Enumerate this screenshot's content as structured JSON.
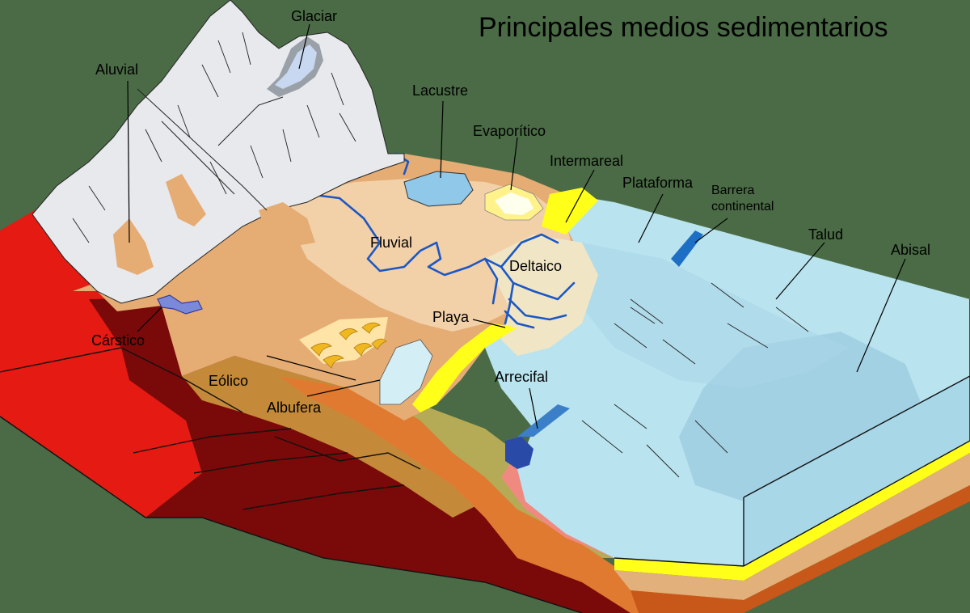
{
  "title": "Principales medios sedimentarios",
  "labels": {
    "glaciar": "Glaciar",
    "aluvial": "Aluvial",
    "lacustre": "Lacustre",
    "evaporitico": "Evaporítico",
    "intermareal": "Intermareal",
    "plataforma": "Plataforma",
    "barrera": "Barrera continental",
    "talud": "Talud",
    "abisal": "Abisal",
    "fluvial": "Fluvial",
    "deltaico": "Deltaico",
    "playa": "Playa",
    "carstico": "Cárstico",
    "eolico": "Eólico",
    "albufera": "Albufera",
    "arrecifal": "Arrecifal"
  },
  "colors": {
    "background": "#4a6b45",
    "mountain": "#e8e9ec",
    "plain": "#f2d0a8",
    "alluvial_fan": "#e5ac74",
    "sea": "#b9e3ee",
    "deep_sea": "#9ccbe0",
    "beach": "#ffff1a",
    "river": "#1c57c4",
    "bedrock_red": "#e41a13",
    "bedrock_maroon": "#7a0a09",
    "sediment_orange": "#e07a30",
    "sediment_tan": "#c48a3a"
  }
}
